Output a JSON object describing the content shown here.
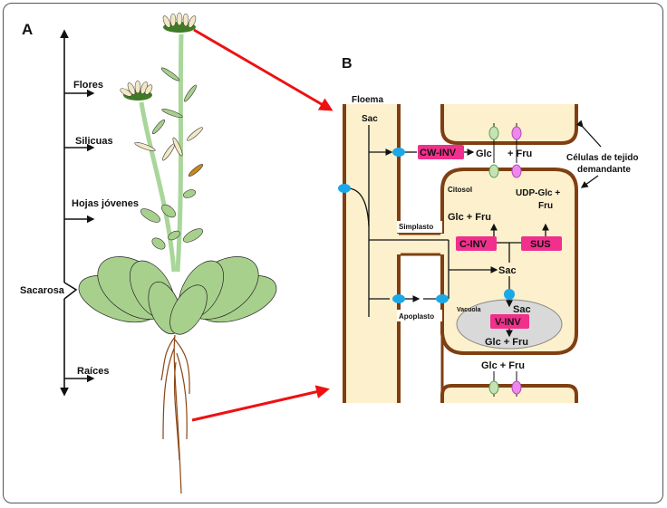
{
  "panel_a": {
    "label": "A",
    "targets": [
      "Flores",
      "Silicuas",
      "Hojas jóvenes",
      "Raíces"
    ],
    "source": "Sacarosa"
  },
  "panel_b": {
    "label": "B",
    "phloem": "Floema",
    "phloem_sac": "Sac",
    "cw_inv": "CW-INV",
    "glc": "Glc",
    "plus_fru": "+ Fru",
    "sink_cells": "Células de tejido",
    "sink_cells_2": "demandante",
    "cytosol": "Citosol",
    "udp_glc": "UDP-Glc  +",
    "fru": "Fru",
    "simplast": "Simplasto",
    "apoplast": "Apoplasto",
    "cyto_glc_fru": "Glc  + Fru",
    "c_inv": "C-INV",
    "sus": "SUS",
    "cyto_sac": "Sac",
    "vacuole": "Vacuola",
    "vac_sac": "Sac",
    "v_inv": "V-INV",
    "vac_glc_fru": "Glc  + Fru",
    "bottom_glc_fru": "Glc  + Fru"
  },
  "colors": {
    "cell_fill": "#fdf0cc",
    "cell_wall": "#7f3f12",
    "enzyme": "#f0308c",
    "transporter_blue": "#1ba8e8",
    "transporter_green": "#c6e3b4",
    "transporter_pink": "#ee88ee",
    "vacuole": "#d9d9d9",
    "leaf": "#a8d08d",
    "stem": "#a9d69a",
    "arrow_red": "#ee1111"
  }
}
